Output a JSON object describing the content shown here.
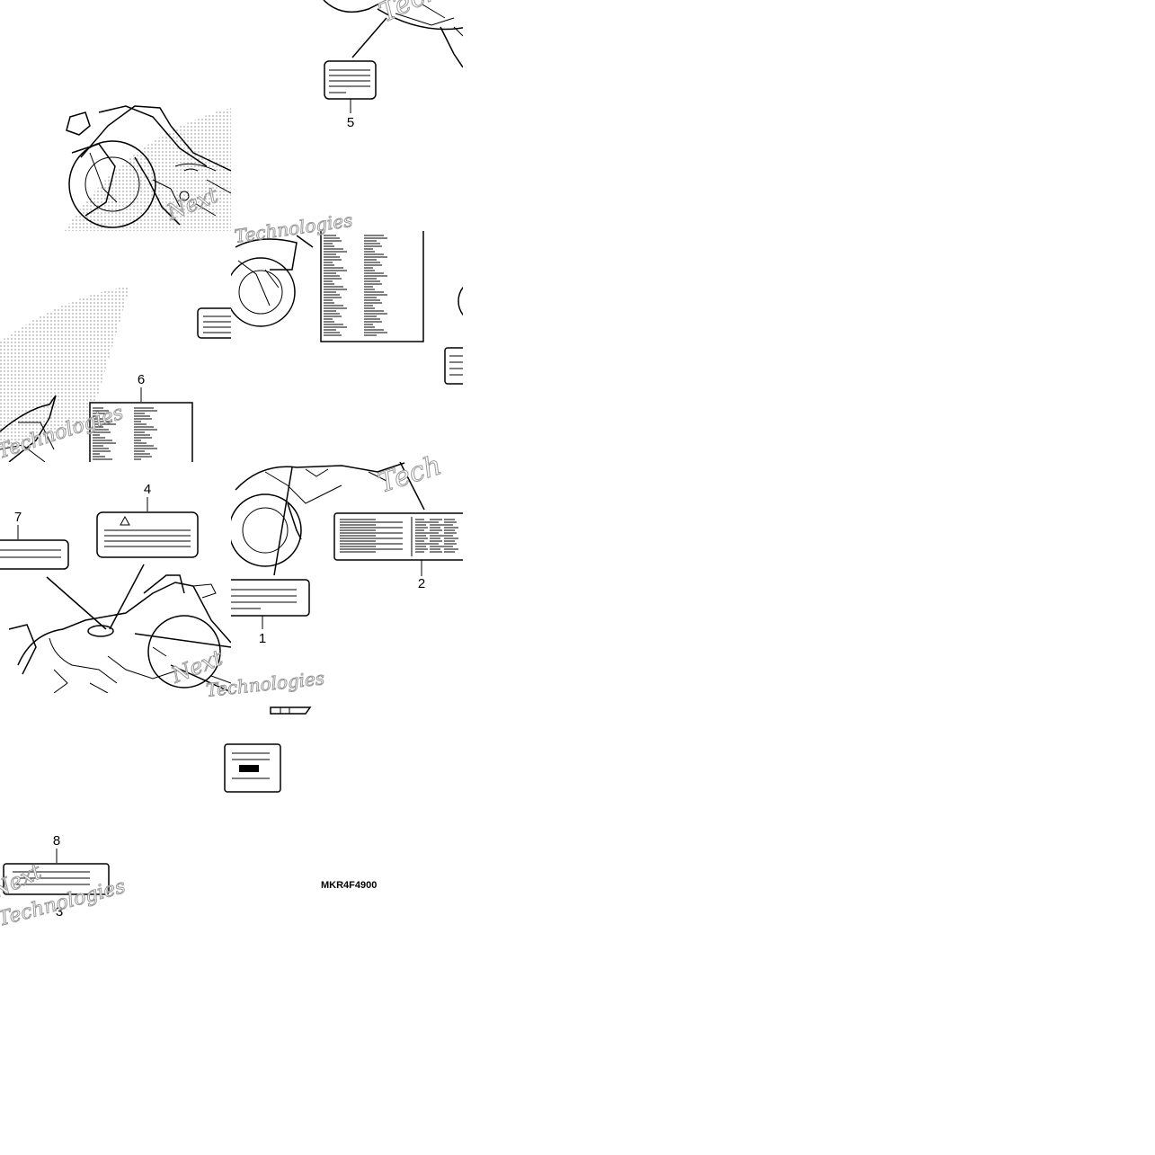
{
  "diagram": {
    "callouts": [
      {
        "id": "callout-1",
        "text": "1"
      },
      {
        "id": "callout-2",
        "text": "2"
      },
      {
        "id": "callout-3",
        "text": "3"
      },
      {
        "id": "callout-4",
        "text": "4"
      },
      {
        "id": "callout-5",
        "text": "5"
      },
      {
        "id": "callout-6",
        "text": "6"
      },
      {
        "id": "callout-7",
        "text": "7"
      },
      {
        "id": "callout-8",
        "text": "8"
      }
    ],
    "part_code": "MKR4F4900",
    "watermark": {
      "word1": "Technologies",
      "word2": "Next",
      "word3": "Tech"
    }
  }
}
